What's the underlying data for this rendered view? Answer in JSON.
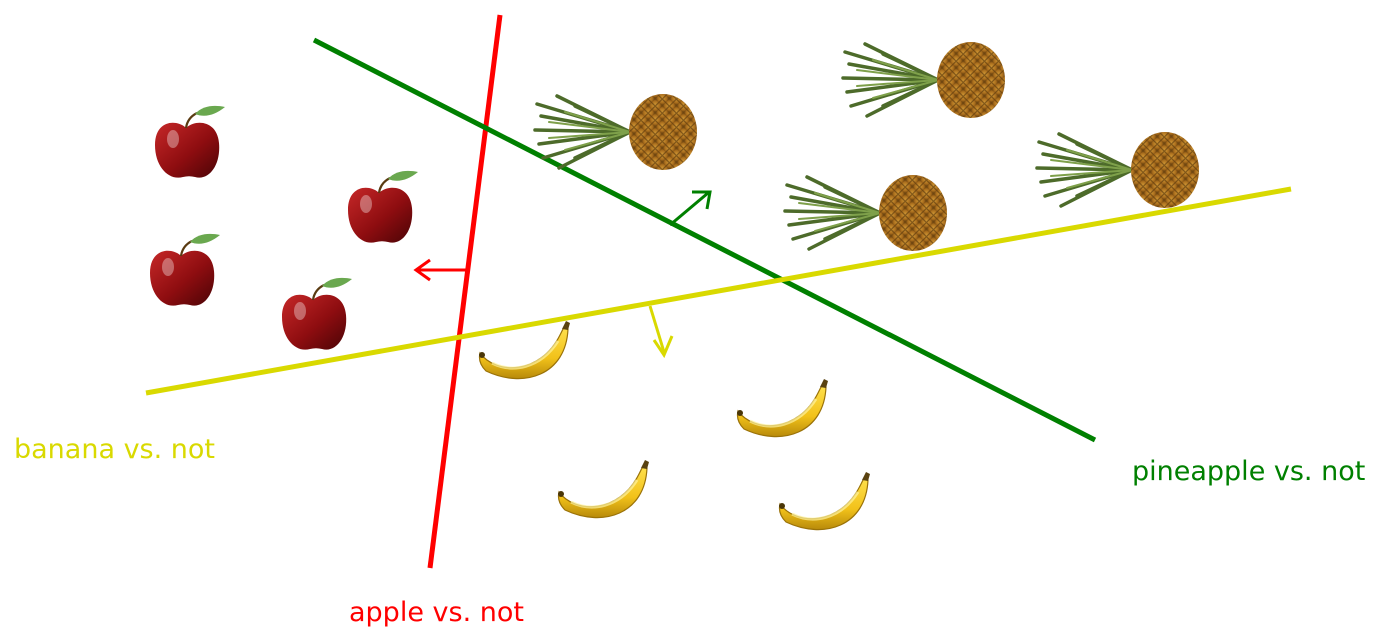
{
  "colors": {
    "apple_classifier": "#ff0000",
    "pineapple_classifier": "#008000",
    "banana_classifier": "#d9d900",
    "background": "#ffffff"
  },
  "labels": {
    "banana": "banana vs. not",
    "pineapple": "pineapple vs. not",
    "apple": "apple vs. not"
  },
  "icons": {
    "apple": "apple-icon",
    "pineapple": "pineapple-icon",
    "banana": "banana-icon"
  }
}
